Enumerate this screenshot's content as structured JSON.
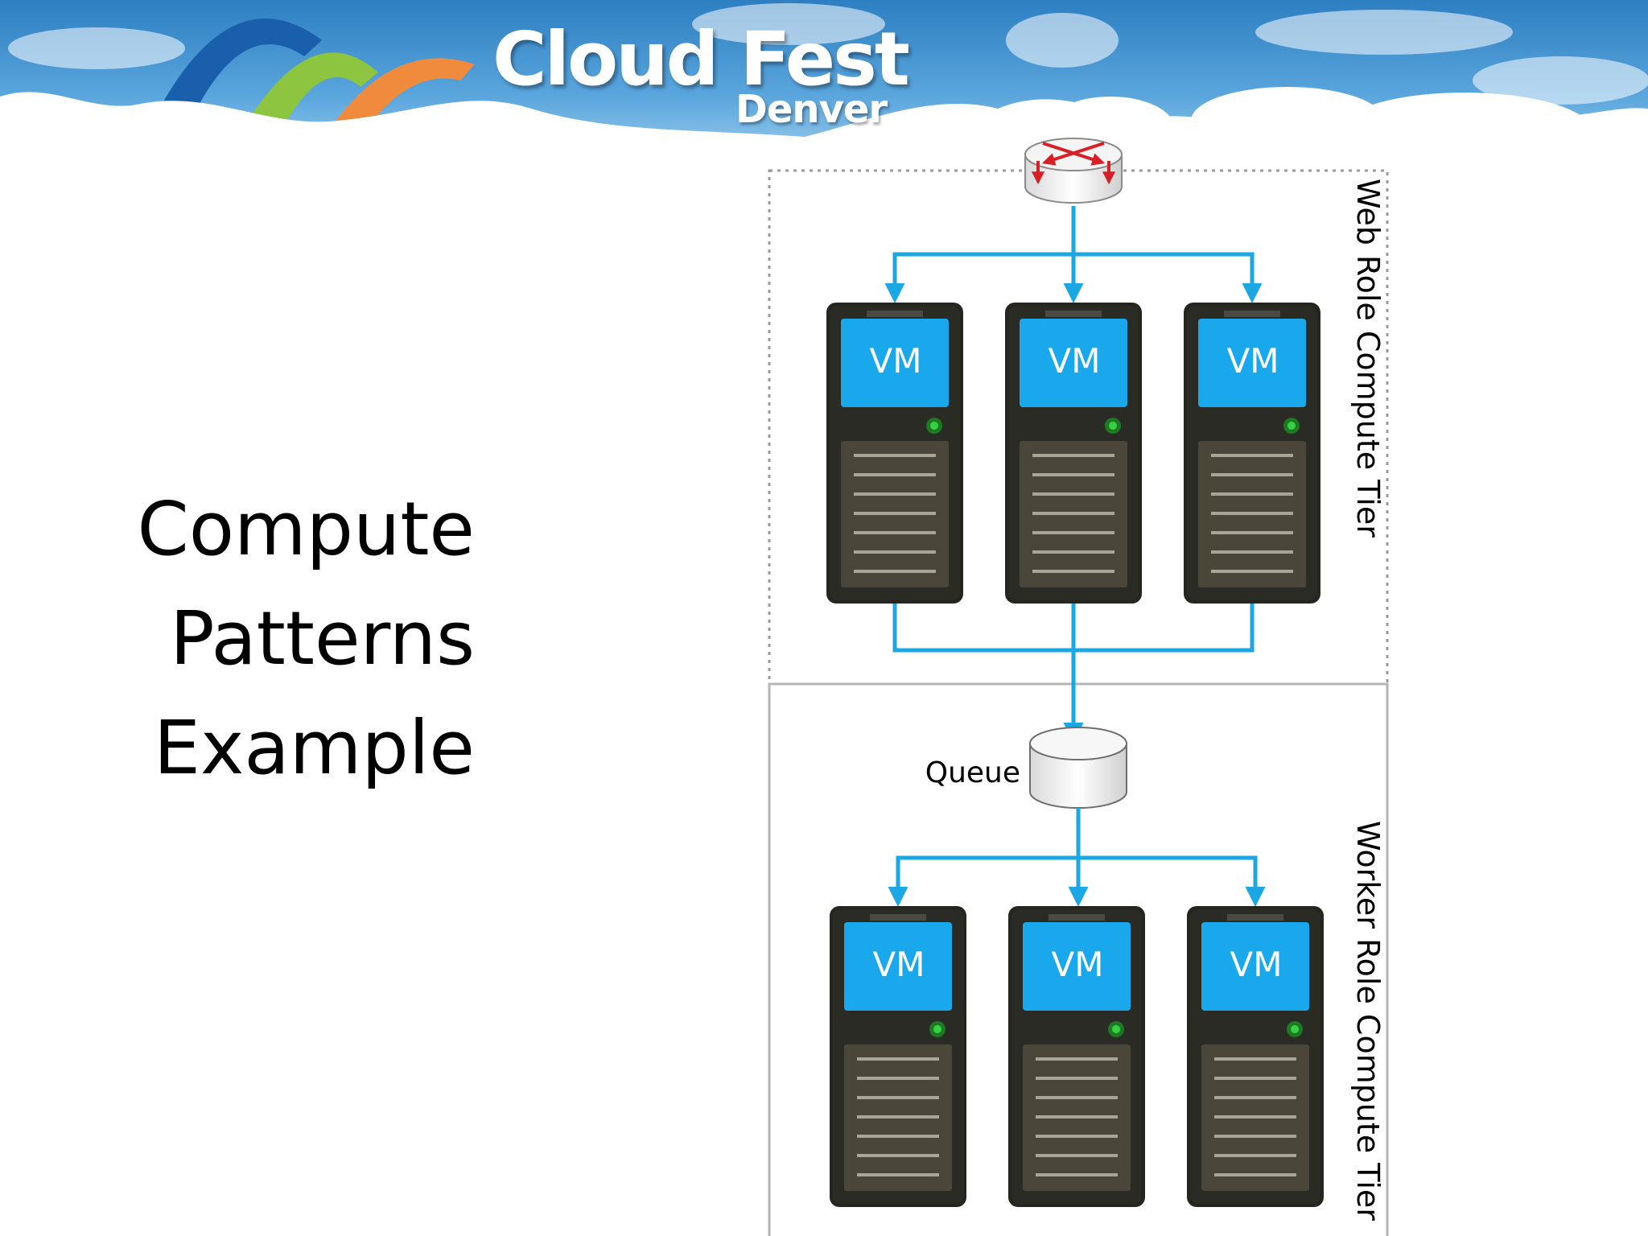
{
  "brand": {
    "title": "Cloud Fest",
    "subtitle": "Denver"
  },
  "slide": {
    "title_lines": [
      "Compute",
      "Patterns",
      "Example"
    ]
  },
  "diagram": {
    "web_tier_label": "Web Role Compute Tier",
    "worker_tier_label": "Worker Role Compute Tier",
    "queue_label": "Queue",
    "web_vms": [
      {
        "label": "VM"
      },
      {
        "label": "VM"
      },
      {
        "label": "VM"
      }
    ],
    "worker_vms": [
      {
        "label": "VM"
      },
      {
        "label": "VM"
      },
      {
        "label": "VM"
      }
    ]
  },
  "colors": {
    "connector": "#1aa7e4",
    "vm_screen": "#19a8ec",
    "server_body": "#262621",
    "router_arrow": "#d81f26",
    "status_led": "#2fbf3a"
  },
  "icons": [
    "router-icon",
    "queue-cylinder-icon",
    "server-icon",
    "status-led-icon"
  ]
}
